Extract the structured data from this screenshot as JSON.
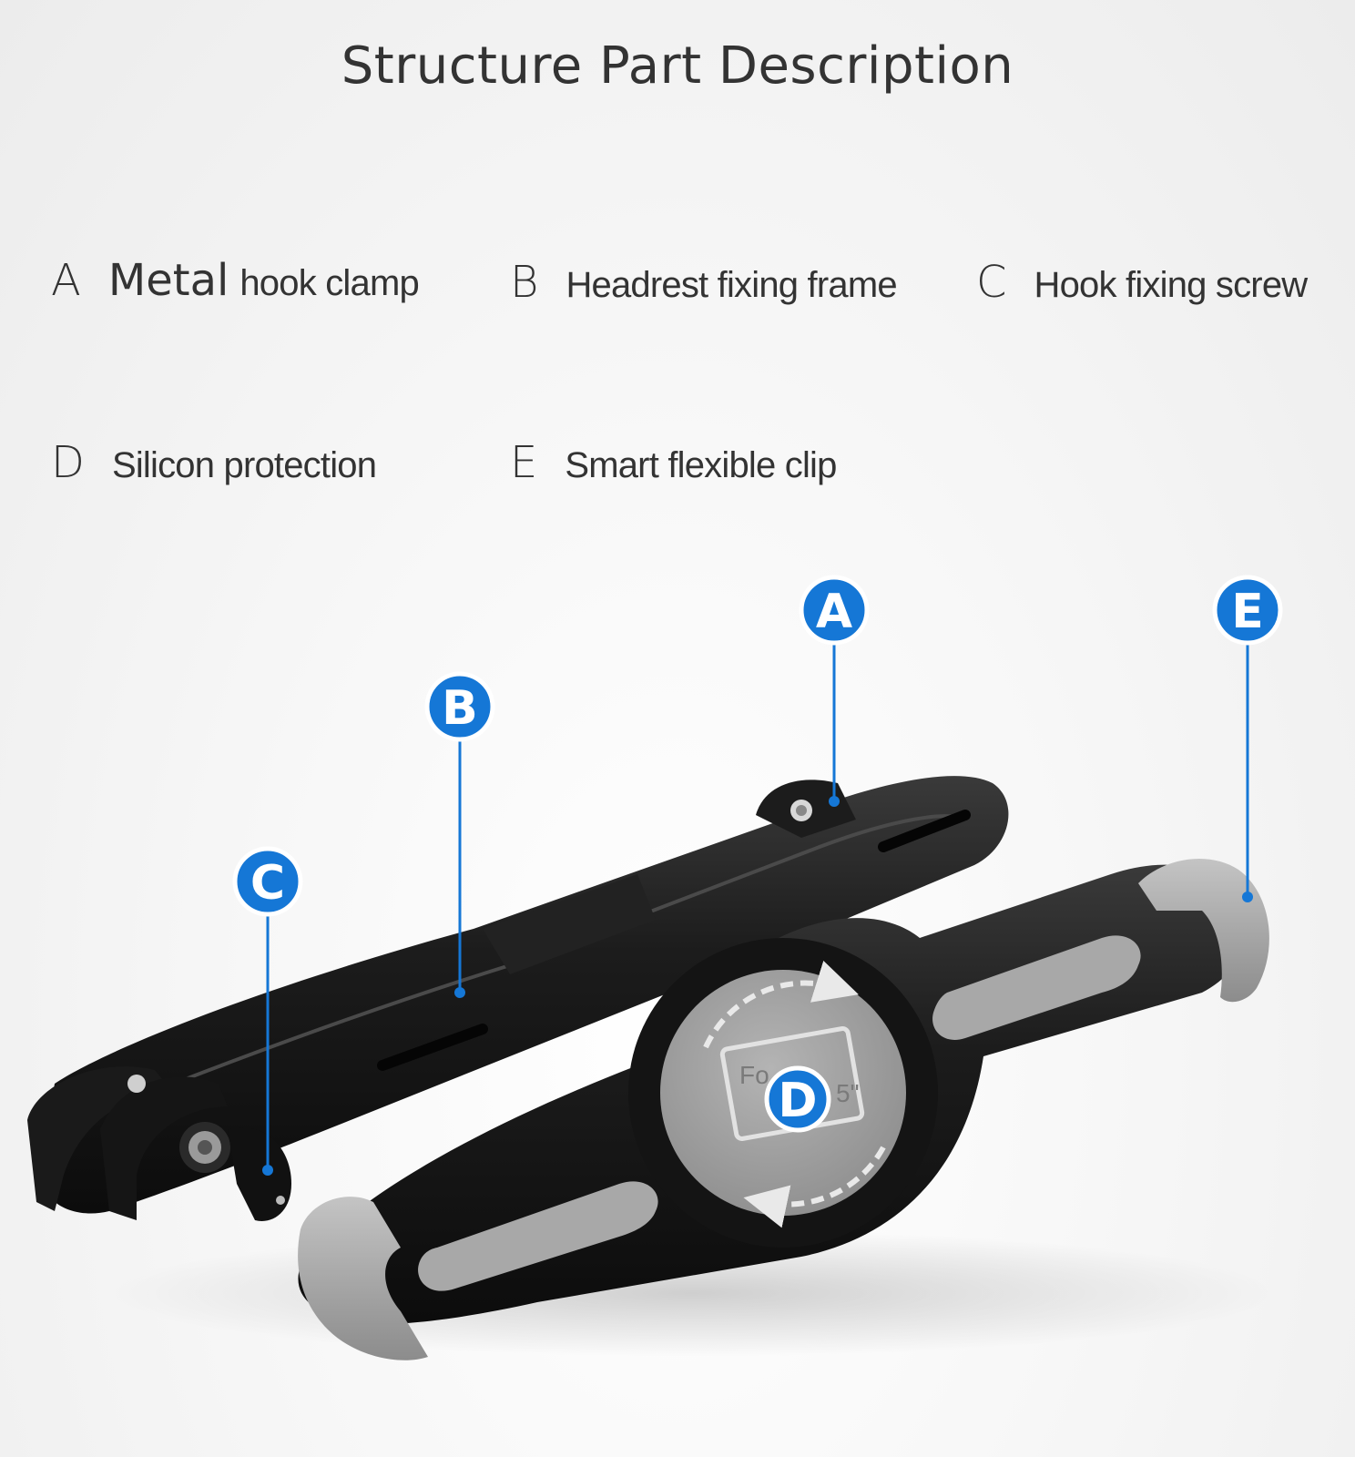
{
  "title": "Structure Part Description",
  "legend": [
    {
      "letter": "A",
      "text_strong": "Metal",
      "text": "hook clamp"
    },
    {
      "letter": "B",
      "text": "Headrest fixing frame"
    },
    {
      "letter": "C",
      "text": "Hook fixing screw"
    },
    {
      "letter": "D",
      "text": "Silicon protection"
    },
    {
      "letter": "E",
      "text": "Smart flexible clip"
    }
  ],
  "callouts": [
    "A",
    "B",
    "C",
    "D",
    "E"
  ],
  "mount_print": {
    "line1": "Fo",
    "line2": "5\""
  },
  "colors": {
    "callout_blue": "#1577d6",
    "mount_black": "#1a1a1a",
    "silicon_gray": "#9c9c9c",
    "text": "#333333"
  }
}
